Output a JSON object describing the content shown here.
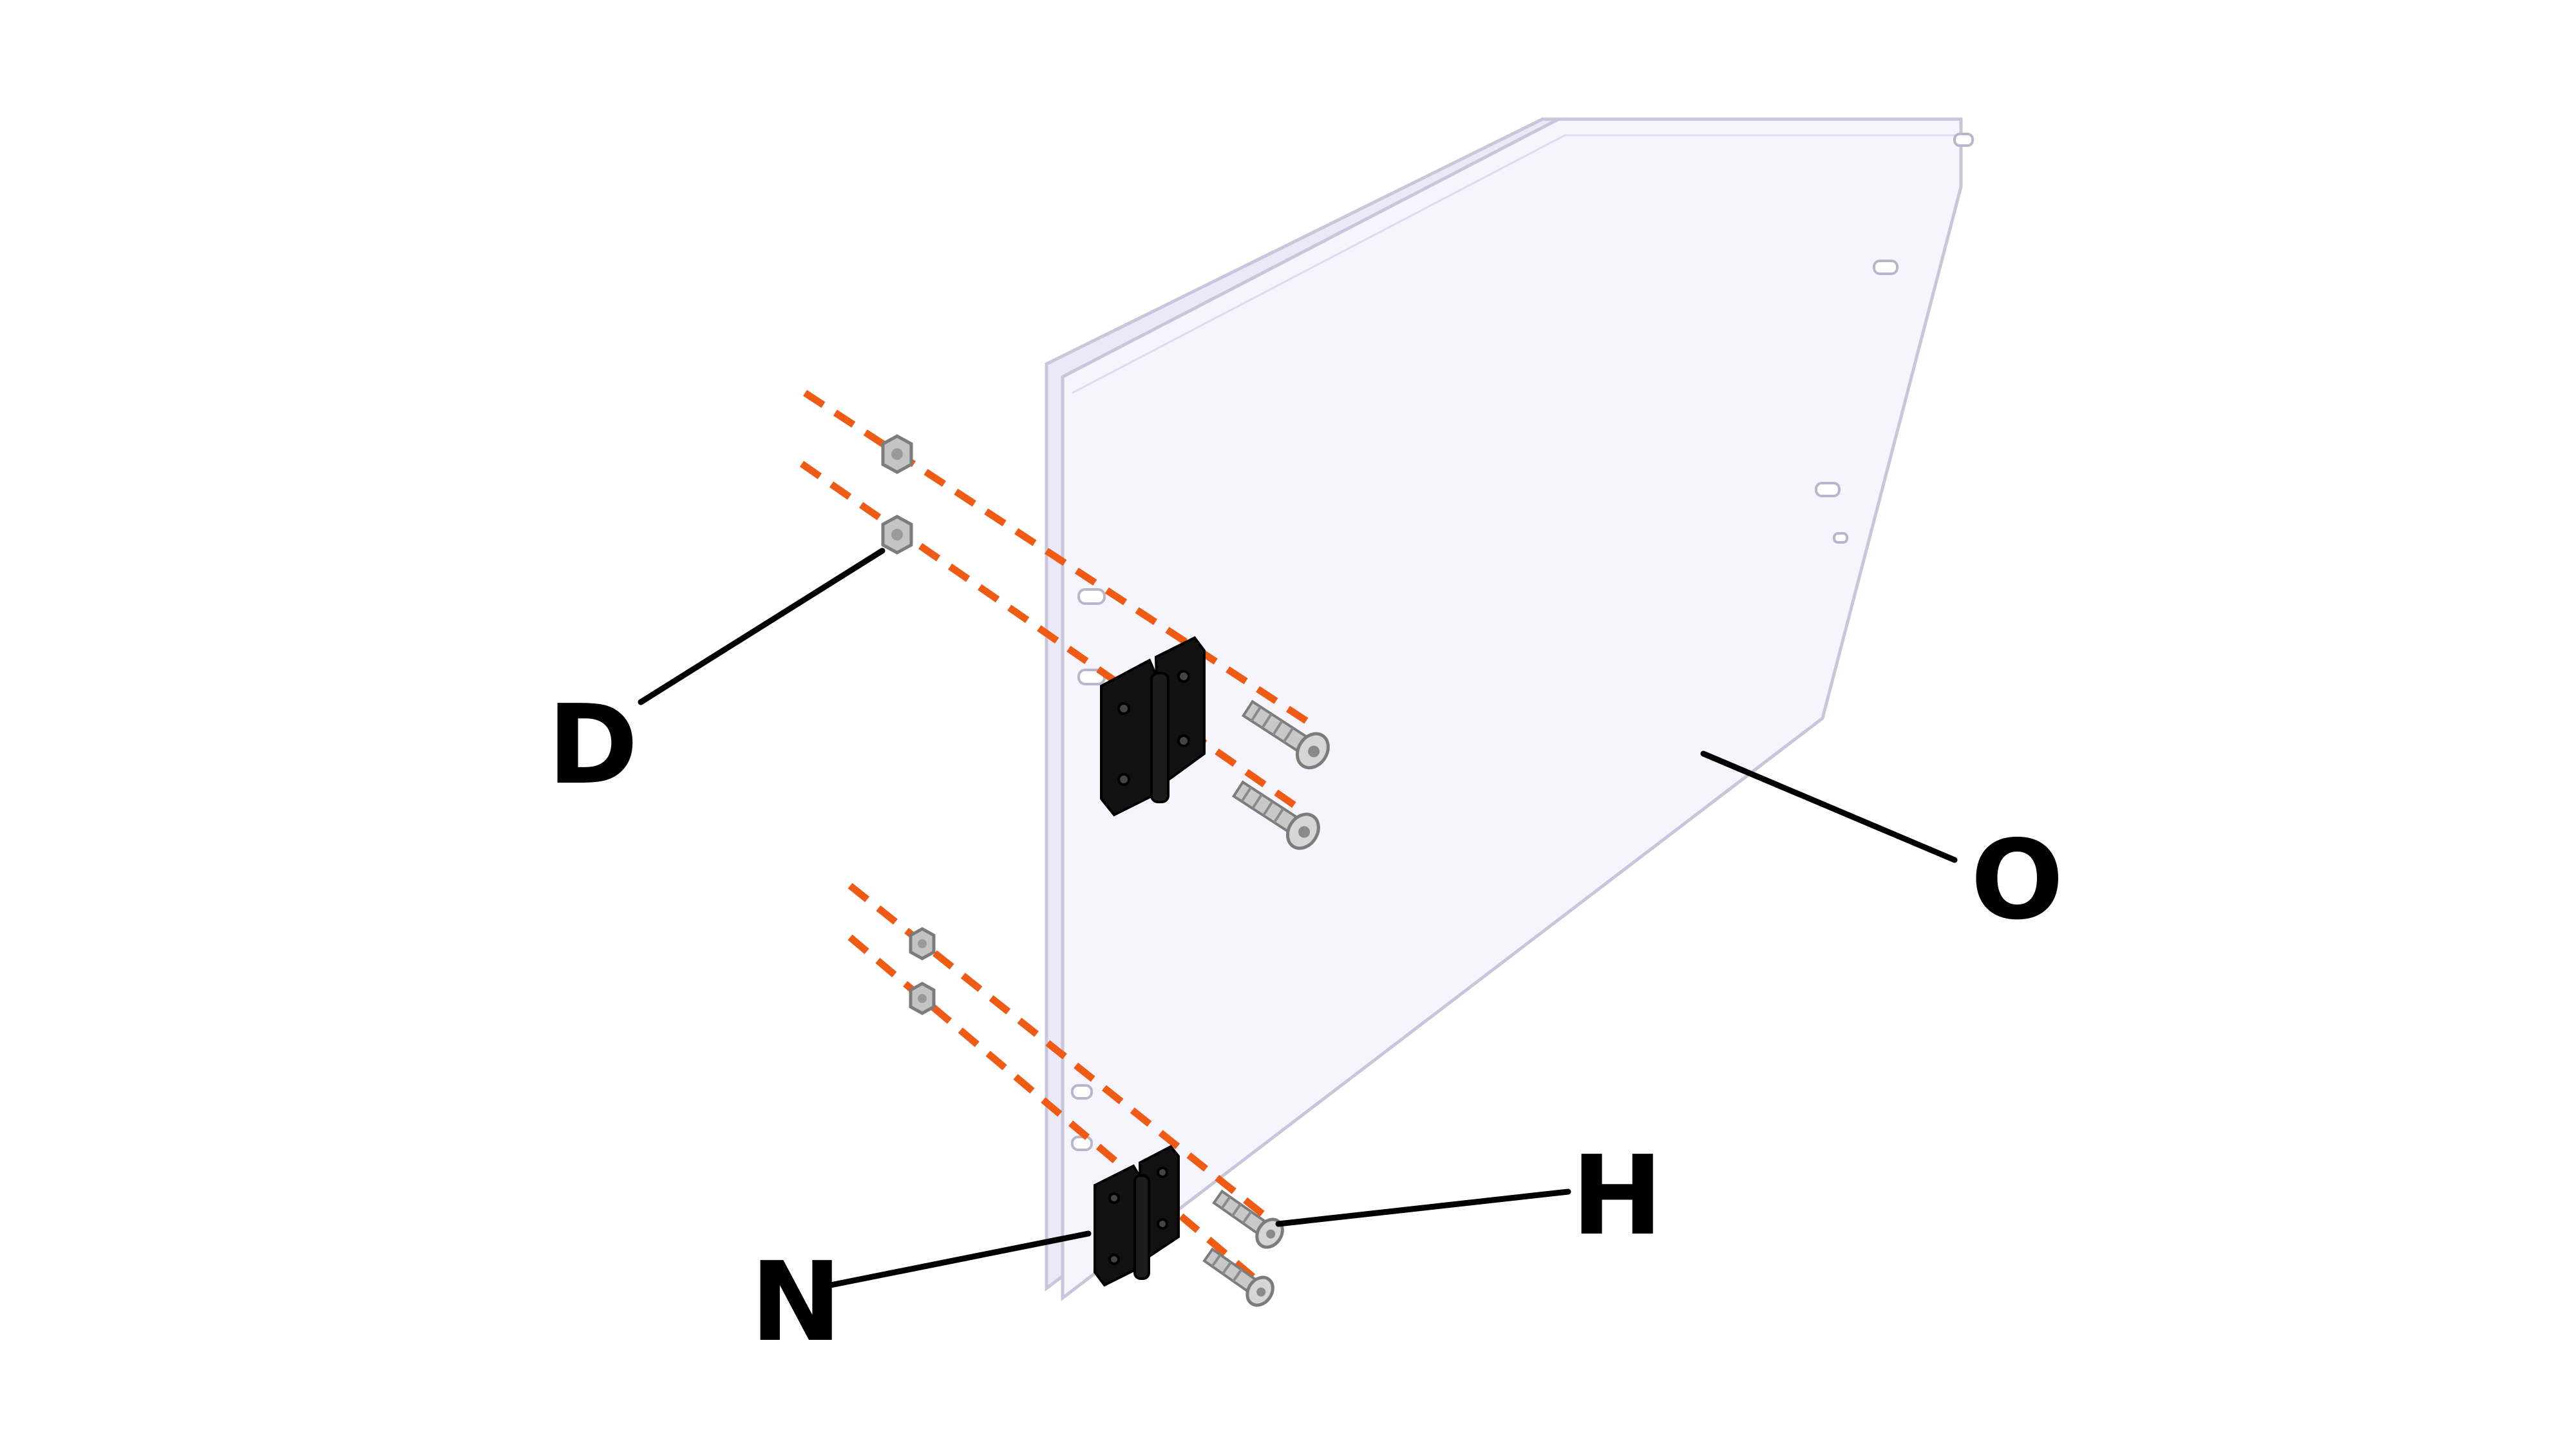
{
  "diagram": {
    "callouts": [
      {
        "id": "D",
        "label": "D"
      },
      {
        "id": "O",
        "label": "O"
      },
      {
        "id": "H",
        "label": "H"
      },
      {
        "id": "N",
        "label": "N"
      }
    ],
    "colors": {
      "background": "#ffffff",
      "panel_fill": "#f6f5fd",
      "panel_edge": "#c9c6dc",
      "guide_line": "#ef5a14",
      "hinge": "#111111",
      "hardware": "#b5b5b5",
      "leader": "#000000"
    }
  }
}
